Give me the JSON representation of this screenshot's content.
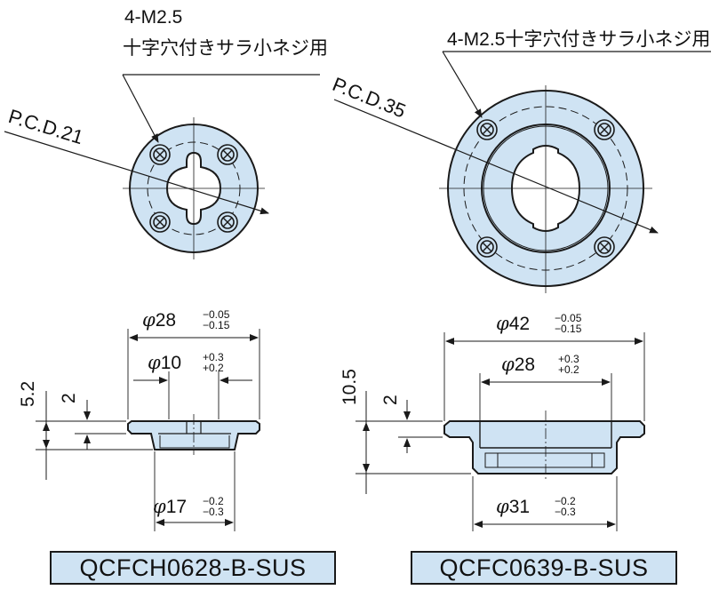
{
  "left": {
    "thread_line1": "4-M2.5",
    "thread_line2": "十字穴付きサラ小ネジ用",
    "pcd": "P.C.D.21",
    "outer_dia": {
      "symbol": "φ",
      "value": "28",
      "tol_upper": "−0.05",
      "tol_lower": "−0.15"
    },
    "inner_dia": {
      "symbol": "φ",
      "value": "10",
      "tol_upper": "+0.3",
      "tol_lower": "+0.2"
    },
    "bottom_dia": {
      "symbol": "φ",
      "value": "17",
      "tol_upper": "−0.2",
      "tol_lower": "−0.3"
    },
    "height_total": "5.2",
    "height_flange": "2",
    "model": "QCFCH0628-B-SUS"
  },
  "right": {
    "thread_label": "4-M2.5十字穴付きサラ小ネジ用",
    "pcd": "P.C.D.35",
    "outer_dia": {
      "symbol": "φ",
      "value": "42",
      "tol_upper": "−0.05",
      "tol_lower": "−0.15"
    },
    "inner_dia": {
      "symbol": "φ",
      "value": "28",
      "tol_upper": "+0.3",
      "tol_lower": "+0.2"
    },
    "bottom_dia": {
      "symbol": "φ",
      "value": "31",
      "tol_upper": "−0.2",
      "tol_lower": "−0.3"
    },
    "height_total": "10.5",
    "height_flange": "2",
    "model": "QCFC0639-B-SUS"
  },
  "colors": {
    "fill": "#cfe3f3",
    "line": "#1a1a1a"
  }
}
